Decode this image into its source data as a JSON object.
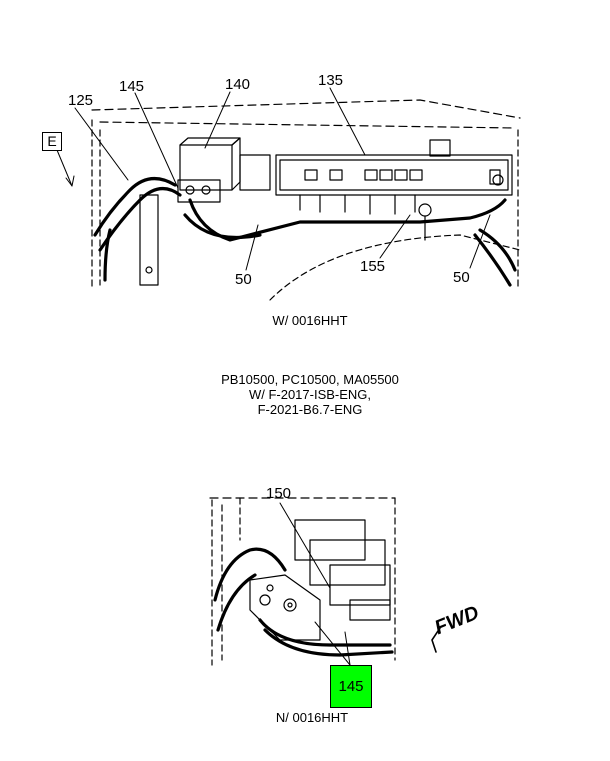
{
  "top_view": {
    "view_label": "E",
    "callouts": {
      "c125": "125",
      "c145": "145",
      "c140": "140",
      "c135": "135",
      "c155": "155",
      "c50_left": "50",
      "c50_right": "50"
    },
    "caption": "W/ 0016HHT"
  },
  "applicability": {
    "line1": "PB10500, PC10500, MA05500",
    "line2": "W/ F-2017-ISB-ENG,",
    "line3": "F-2021-B6.7-ENG"
  },
  "bottom_view": {
    "callouts": {
      "c150": "150",
      "c145_highlight": "145"
    },
    "direction_label": "FWD",
    "caption": "N/ 0016HHT",
    "highlight_color": "#00ff00"
  }
}
